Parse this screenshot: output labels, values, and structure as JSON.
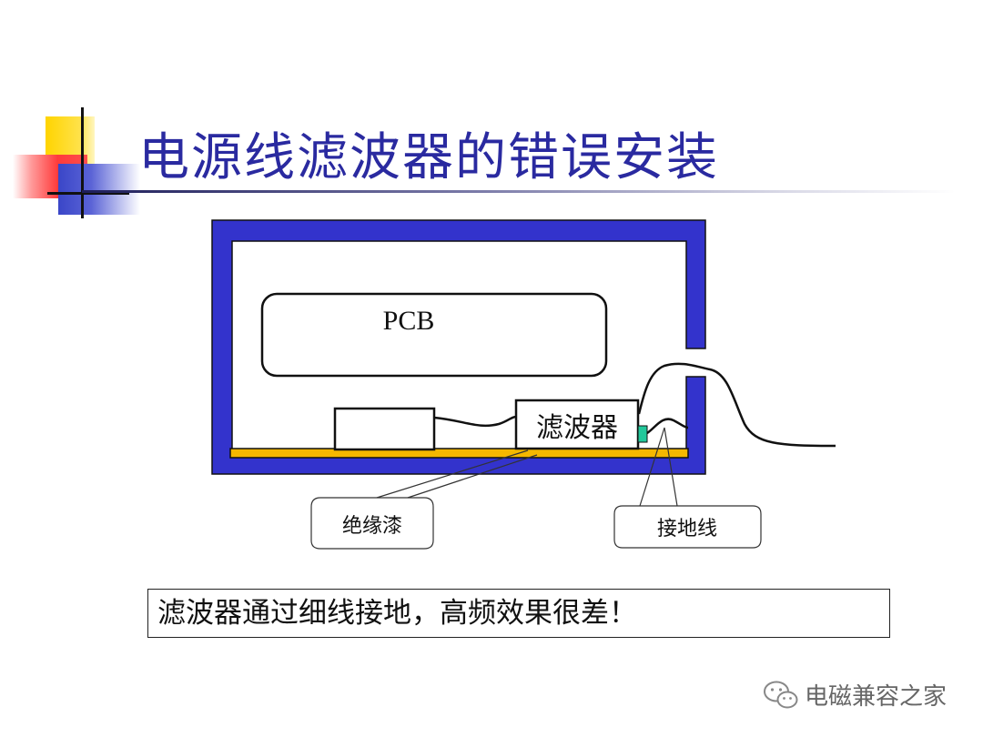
{
  "title": "电源线滤波器的错误安装",
  "labels": {
    "pcb": "PCB",
    "filter": "滤波器",
    "insulation": "绝缘漆",
    "ground_wire": "接地线"
  },
  "caption": "滤波器通过细线接地，高频效果很差！",
  "watermark": "电磁兼容之家",
  "colors": {
    "enclosure": "#3333cc",
    "insulation_layer": "#f5b800",
    "ground_clip": "#22c79a",
    "title": "#2a2aa0"
  },
  "icons": {
    "watermark_icon": "wechat-icon"
  }
}
